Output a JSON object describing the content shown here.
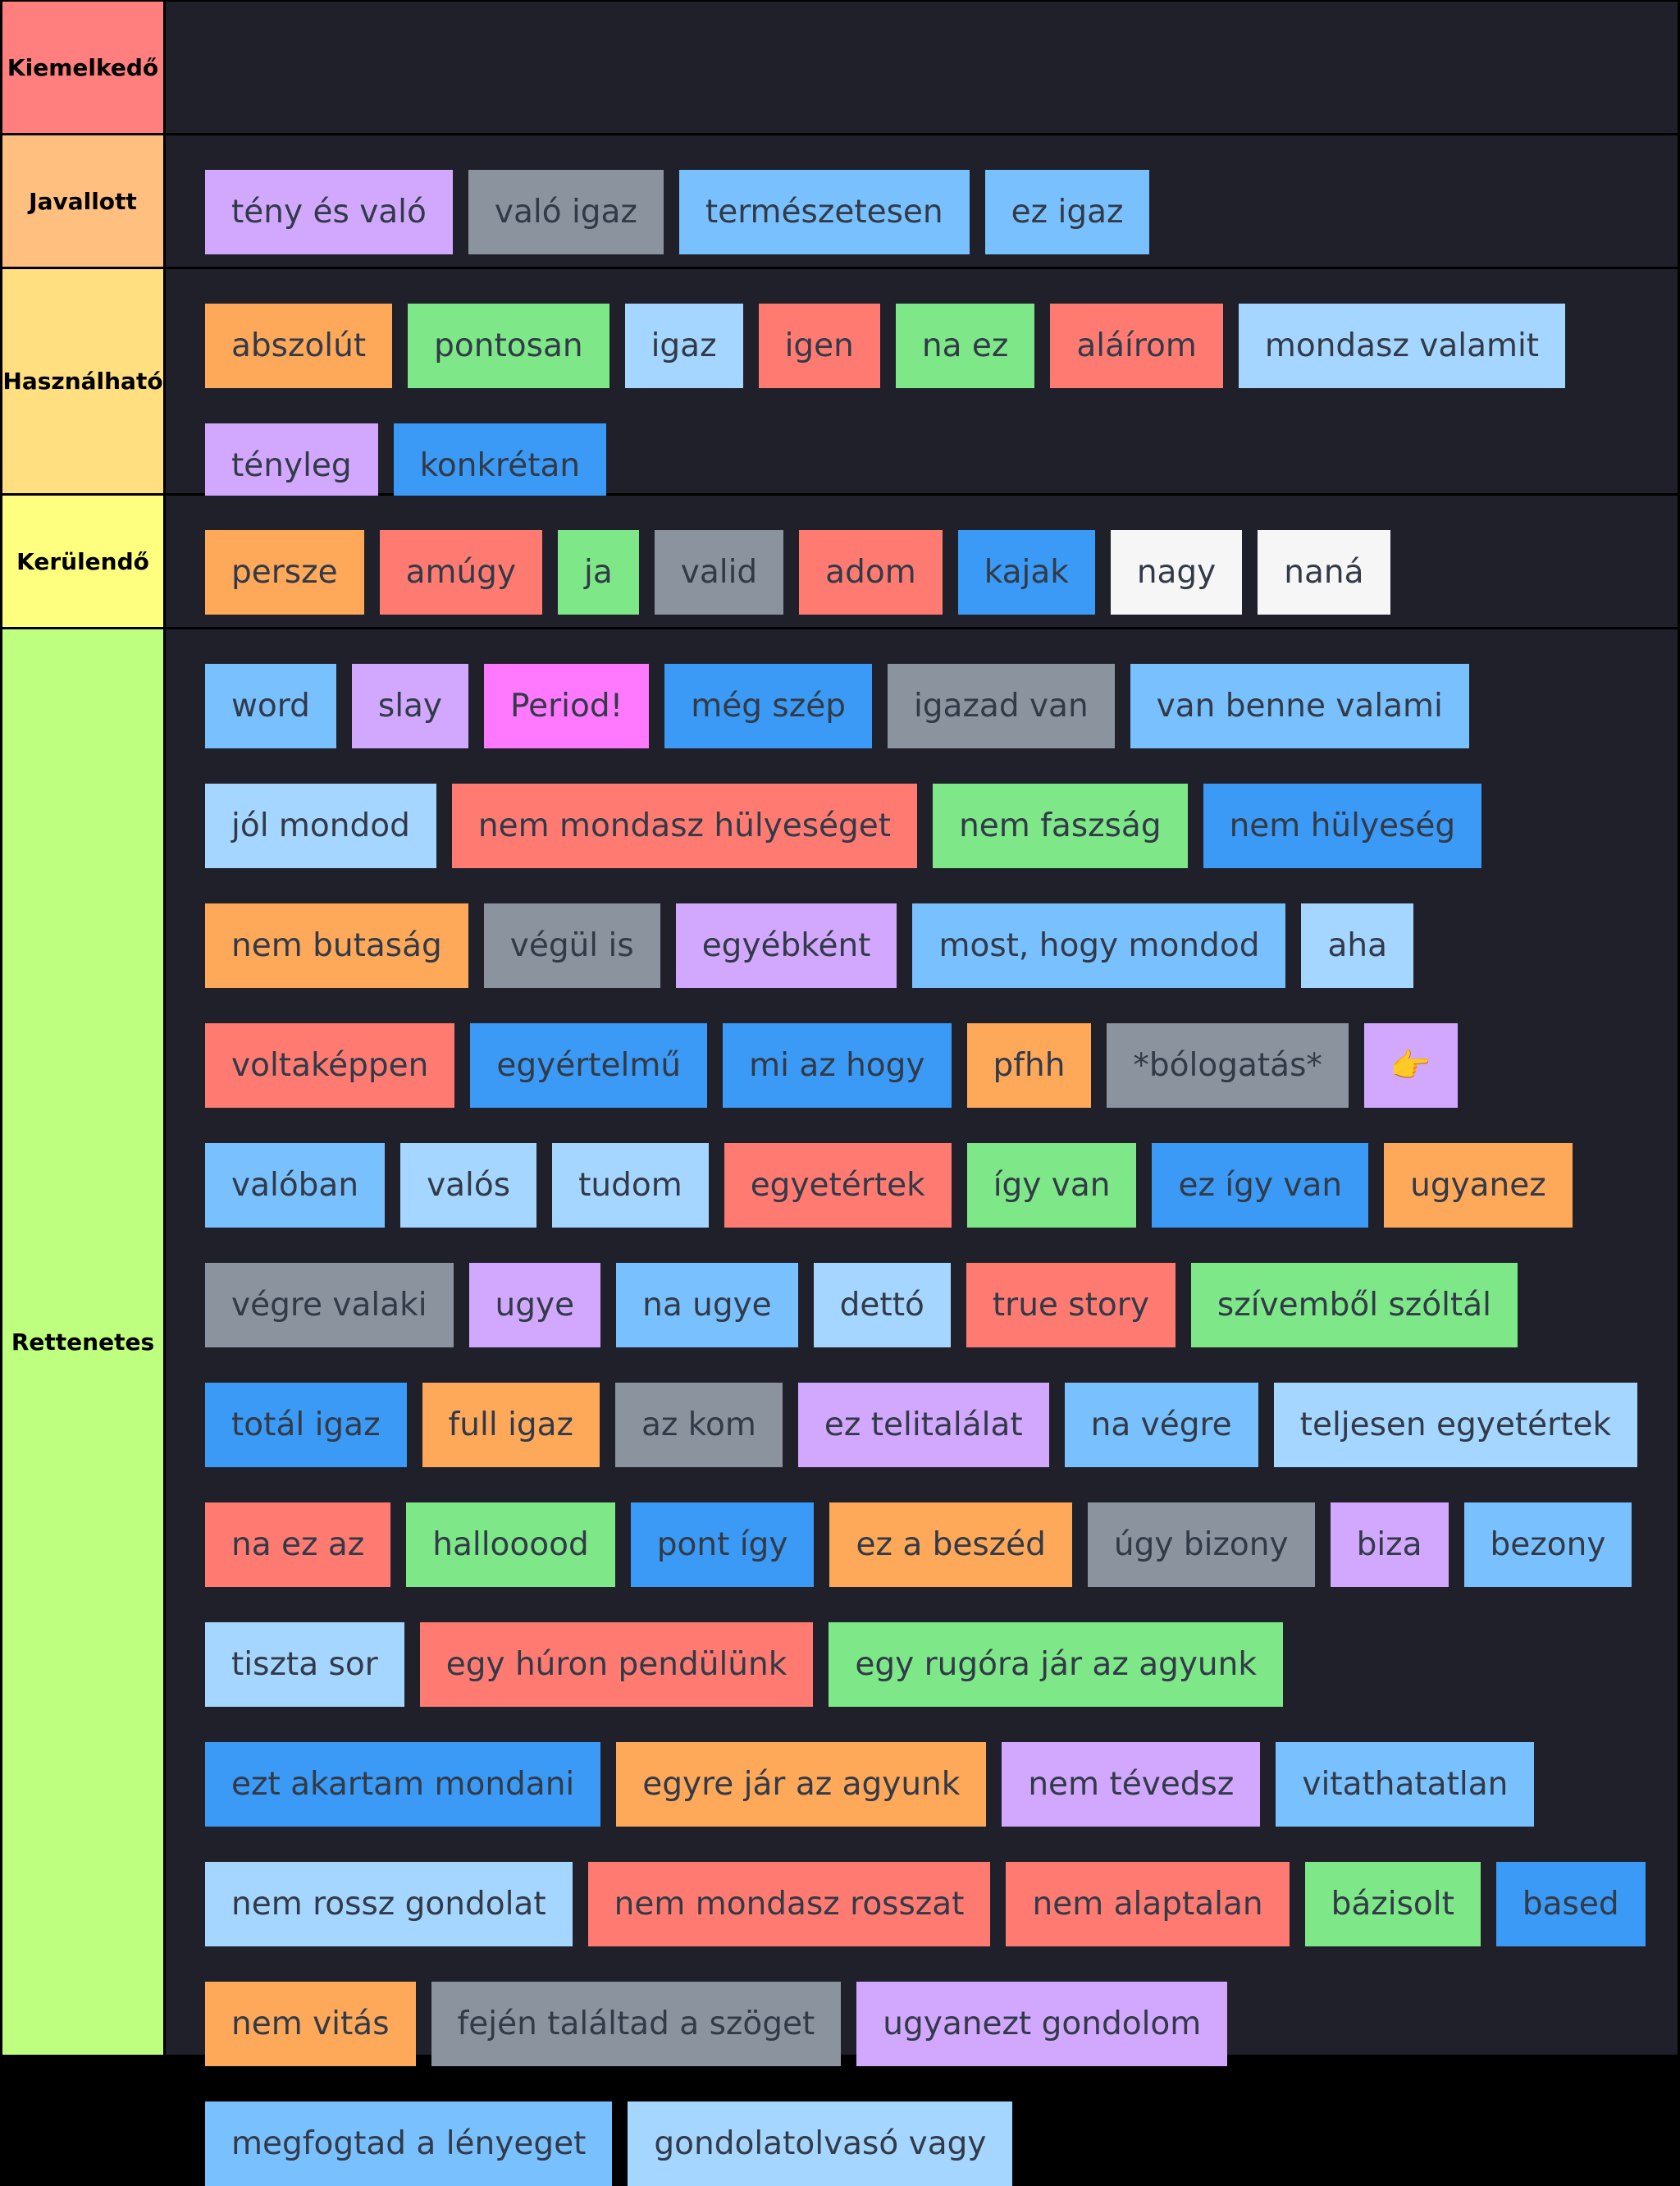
{
  "colors": {
    "orange": "#fea85a",
    "green": "#7ee787",
    "lightblue": "#a5d6ff",
    "red": "#ff7b72",
    "blue": "#3a9af5",
    "skyblue": "#79c0ff",
    "purple": "#d2a8ff",
    "gray": "#8b949e",
    "white": "#f6f6f6",
    "pink": "#ff79ff",
    "panel_background": "#1f2029"
  },
  "tiers": [
    {
      "label": "Kiemelkedő",
      "color": "#ff7f7f",
      "items": []
    },
    {
      "label": "Javallott",
      "color": "#ffbf7f",
      "items": [
        {
          "text": "tény és való",
          "color": "purple"
        },
        {
          "text": "való igaz",
          "color": "gray"
        },
        {
          "text": "természetesen",
          "color": "skyblue"
        },
        {
          "text": "ez igaz",
          "color": "skyblue"
        }
      ]
    },
    {
      "label": "Használható",
      "color": "#ffdf7f",
      "items": [
        {
          "text": "abszolút",
          "color": "orange"
        },
        {
          "text": "pontosan",
          "color": "green"
        },
        {
          "text": "igaz",
          "color": "lightblue"
        },
        {
          "text": "igen",
          "color": "red"
        },
        {
          "text": "na ez",
          "color": "green"
        },
        {
          "text": "aláírom",
          "color": "red"
        },
        {
          "text": "mondasz valamit",
          "color": "lightblue"
        },
        {
          "text": "tényleg",
          "color": "purple"
        },
        {
          "text": "konkrétan",
          "color": "blue"
        }
      ]
    },
    {
      "label": "Kerülendő",
      "color": "#ffff7f",
      "items": [
        {
          "text": "persze",
          "color": "orange"
        },
        {
          "text": "amúgy",
          "color": "red"
        },
        {
          "text": "ja",
          "color": "green"
        },
        {
          "text": "valid",
          "color": "gray"
        },
        {
          "text": "adom",
          "color": "red"
        },
        {
          "text": "kajak",
          "color": "blue"
        },
        {
          "text": "nagy",
          "color": "white"
        },
        {
          "text": "naná",
          "color": "white"
        }
      ]
    },
    {
      "label": "Rettenetes",
      "color": "#bfff7f",
      "items": [
        {
          "text": "word",
          "color": "skyblue"
        },
        {
          "text": "slay",
          "color": "purple"
        },
        {
          "text": "Period!",
          "color": "pink"
        },
        {
          "text": "még szép",
          "color": "blue"
        },
        {
          "text": "igazad van",
          "color": "gray"
        },
        {
          "text": "van benne valami",
          "color": "skyblue"
        },
        {
          "text": "jól mondod",
          "color": "lightblue"
        },
        {
          "text": "nem mondasz hülyeséget",
          "color": "red"
        },
        {
          "text": "nem faszság",
          "color": "green"
        },
        {
          "text": "nem hülyeség",
          "color": "blue"
        },
        {
          "text": "nem butaság",
          "color": "orange"
        },
        {
          "text": "végül is",
          "color": "gray"
        },
        {
          "text": "egyébként",
          "color": "purple"
        },
        {
          "text": "most, hogy mondod",
          "color": "skyblue"
        },
        {
          "text": "aha",
          "color": "lightblue"
        },
        {
          "text": "voltaképpen",
          "color": "red"
        },
        {
          "text": "egyértelmű",
          "color": "blue"
        },
        {
          "text": "mi az hogy",
          "color": "blue"
        },
        {
          "text": "pfhh",
          "color": "orange"
        },
        {
          "text": "*bólogatás*",
          "color": "gray"
        },
        {
          "text": "",
          "color": "purple",
          "icon": "pointing-hand-icon",
          "glyph": "👉"
        },
        {
          "text": "valóban",
          "color": "skyblue"
        },
        {
          "text": "valós",
          "color": "lightblue"
        },
        {
          "text": "tudom",
          "color": "lightblue"
        },
        {
          "text": "egyetértek",
          "color": "red"
        },
        {
          "text": "így van",
          "color": "green"
        },
        {
          "text": "ez így van",
          "color": "blue"
        },
        {
          "text": "ugyanez",
          "color": "orange"
        },
        {
          "text": "végre valaki",
          "color": "gray"
        },
        {
          "text": "ugye",
          "color": "purple"
        },
        {
          "text": "na ugye",
          "color": "skyblue"
        },
        {
          "text": "dettó",
          "color": "lightblue"
        },
        {
          "text": "true story",
          "color": "red"
        },
        {
          "text": "szívemből szóltál",
          "color": "green"
        },
        {
          "text": "totál igaz",
          "color": "blue"
        },
        {
          "text": "full igaz",
          "color": "orange"
        },
        {
          "text": "az kom",
          "color": "gray"
        },
        {
          "text": "ez telitalálat",
          "color": "purple"
        },
        {
          "text": "na végre",
          "color": "skyblue"
        },
        {
          "text": "teljesen egyetértek",
          "color": "lightblue"
        },
        {
          "text": "na ez az",
          "color": "red"
        },
        {
          "text": "hallooood",
          "color": "green"
        },
        {
          "text": "pont így",
          "color": "blue"
        },
        {
          "text": "ez a beszéd",
          "color": "orange"
        },
        {
          "text": "úgy bizony",
          "color": "gray"
        },
        {
          "text": "biza",
          "color": "purple"
        },
        {
          "text": "bezony",
          "color": "skyblue"
        },
        {
          "text": "tiszta sor",
          "color": "lightblue"
        },
        {
          "text": "egy húron pendülünk",
          "color": "red"
        },
        {
          "text": "egy rugóra jár az agyunk",
          "color": "green"
        },
        {
          "text": "ezt akartam mondani",
          "color": "blue"
        },
        {
          "text": "egyre jár az agyunk",
          "color": "orange"
        },
        {
          "text": "nem tévedsz",
          "color": "purple"
        },
        {
          "text": "vitathatatlan",
          "color": "skyblue"
        },
        {
          "text": "nem rossz gondolat",
          "color": "lightblue"
        },
        {
          "text": "nem mondasz rosszat",
          "color": "red"
        },
        {
          "text": "nem alaptalan",
          "color": "red"
        },
        {
          "text": "bázisolt",
          "color": "green"
        },
        {
          "text": "based",
          "color": "blue"
        },
        {
          "text": "nem vitás",
          "color": "orange"
        },
        {
          "text": "fején találtad a szöget",
          "color": "gray"
        },
        {
          "text": "ugyanezt gondolom",
          "color": "purple"
        },
        {
          "text": "megfogtad a lényeget",
          "color": "skyblue"
        },
        {
          "text": "gondolatolvasó vagy",
          "color": "lightblue"
        }
      ]
    }
  ]
}
